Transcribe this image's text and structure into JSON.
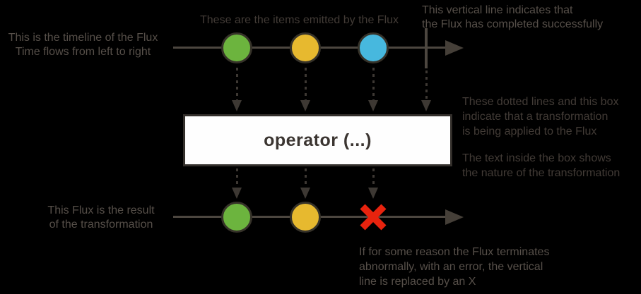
{
  "annotations": {
    "timeline": "This is the timeline of the Flux\nTime flows from left to right",
    "items": "These are the items emitted by the Flux",
    "complete": "This vertical line indicates that\nthe Flux has completed successfully",
    "transform": "These dotted lines and this box\nindicate that a transformation\nis being applied to the Flux",
    "box_text": "The text inside the box shows\nthe nature of the transformation",
    "result": "This Flux is the result\nof the transformation",
    "error": "If for some reason the Flux terminates\nabnormally, with an error, the vertical\nline is replaced by an X"
  },
  "operator": {
    "label": "operator (...)"
  },
  "streams": {
    "source": {
      "items": [
        {
          "color": "green"
        },
        {
          "color": "yellow"
        },
        {
          "color": "blue"
        }
      ],
      "terminal": "complete"
    },
    "result": {
      "items": [
        {
          "color": "green"
        },
        {
          "color": "yellow"
        }
      ],
      "terminal": "error"
    }
  },
  "colors": {
    "background": "#000000",
    "marble-green": "#6cb43e",
    "marble-yellow": "#e7b92f",
    "marble-blue": "#47b8de",
    "marble-border": "#363229",
    "line": "#4c463f",
    "arrow": "#453f38",
    "dotted": "#3d3833",
    "box-bg": "#fefefe",
    "box-border": "#332f2b",
    "box-text": "#3b3531",
    "text-note": "#564f49",
    "text-note-dark": "#423b36",
    "error-red": "#e8230e"
  }
}
